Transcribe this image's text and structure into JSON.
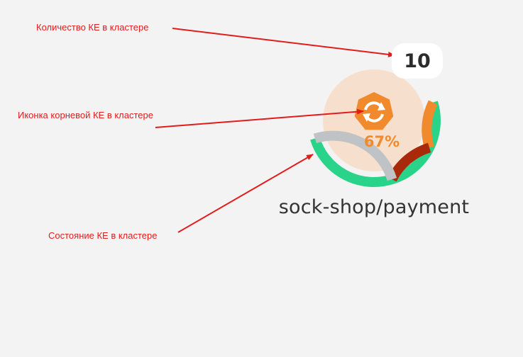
{
  "annotations": {
    "count_label": "Количество КЕ в кластере",
    "icon_label": "Иконка корневой КЕ в кластере",
    "state_label": "Состояние КЕ в кластере"
  },
  "cluster": {
    "name": "sock-shop/payment",
    "count": "10",
    "percent": "67%",
    "root_icon": "kubernetes-icon",
    "state_distribution": [
      {
        "status": "ok",
        "color": "#2ad38a",
        "fraction": 0.5
      },
      {
        "status": "warning",
        "color": "#f08a2c",
        "fraction": 0.12
      },
      {
        "status": "critical",
        "color": "#a82a0a",
        "fraction": 0.13
      },
      {
        "status": "unknown",
        "color": "#bfc3c5",
        "fraction": 0.25
      }
    ]
  },
  "colors": {
    "annotation": "#e31b1b",
    "inner_disk": "#f6dfcd",
    "accent": "#f08a2c"
  }
}
